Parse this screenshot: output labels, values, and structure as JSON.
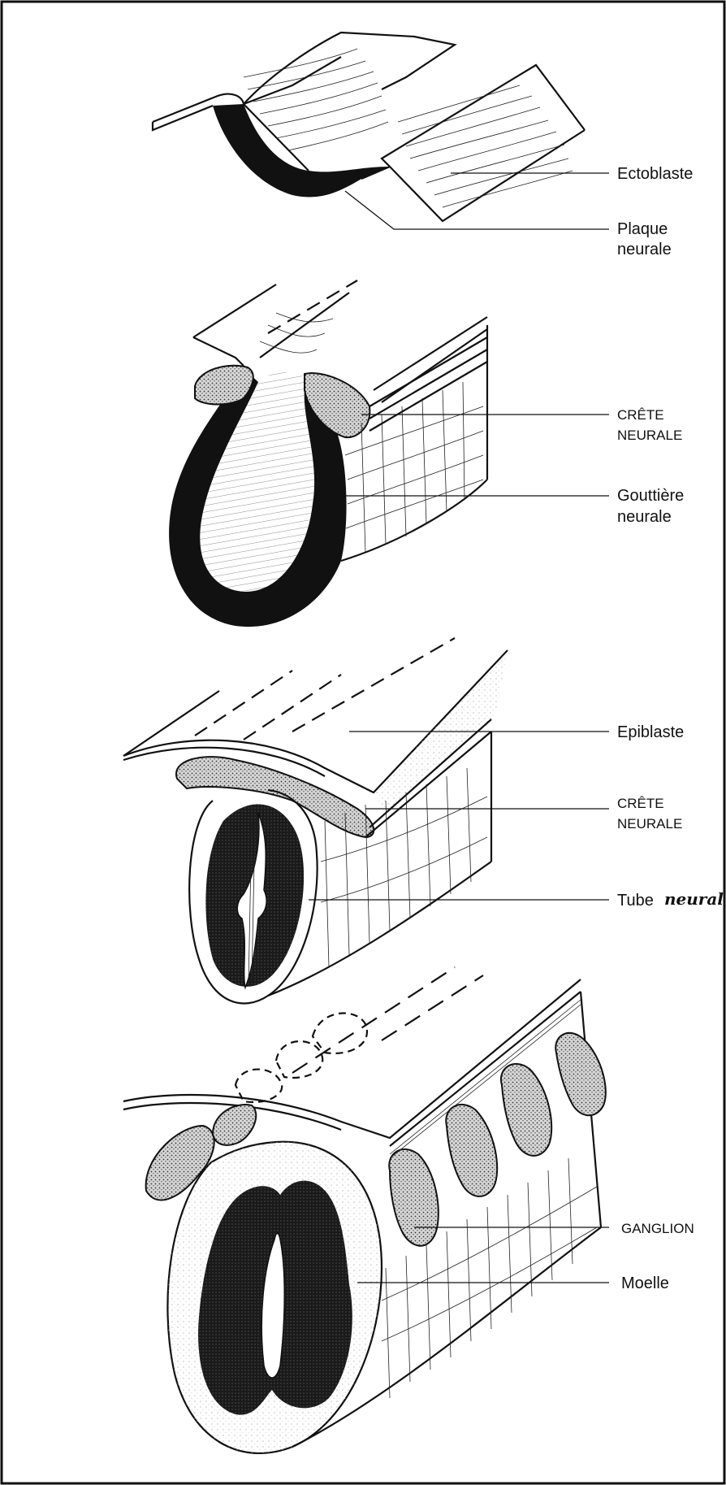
{
  "labels": {
    "ectoblaste": "Ectoblaste",
    "plaque_line1": "Plaque",
    "plaque_line2": "neurale",
    "crete1_line1": "CRÊTE",
    "crete1_line2": "NEURALE",
    "gouttiere_line1": "Gouttière",
    "gouttiere_line2": "neurale",
    "epiblaste": "Epiblaste",
    "crete2_line1": "CRÊTE",
    "crete2_line2": "NEURALE",
    "tube_printed": "Tube",
    "tube_handwritten": "neural",
    "ganglion": "GANGLION",
    "moelle": "Moelle"
  }
}
